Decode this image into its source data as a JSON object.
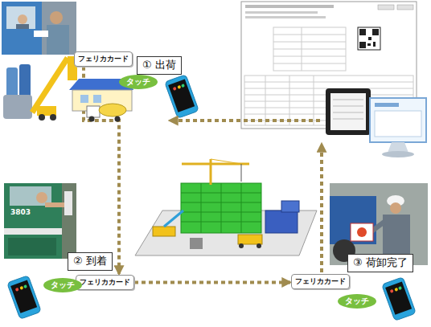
{
  "diagram": {
    "nodes": [
      {
        "text": [
          "① 出荷"
        ]
      },
      {
        "text": [
          "フェリカカード"
        ]
      },
      {
        "text": [
          "タッチ"
        ]
      },
      {
        "text": [
          "② 到着"
        ]
      },
      {
        "text": [
          "フェリカカード"
        ]
      },
      {
        "text": [
          "タッチ"
        ]
      },
      {
        "text": [
          "③ 荷卸完了"
        ]
      },
      {
        "text": [
          "フェリカカード"
        ]
      },
      {
        "text": [
          "タッチ"
        ]
      }
    ],
    "edges": [
      {
        "from": 1,
        "to": 4,
        "arrow": "to"
      },
      {
        "from": 4,
        "to": 7,
        "arrow": "to"
      }
    ],
    "labels": [
      "3803"
    ]
  }
}
